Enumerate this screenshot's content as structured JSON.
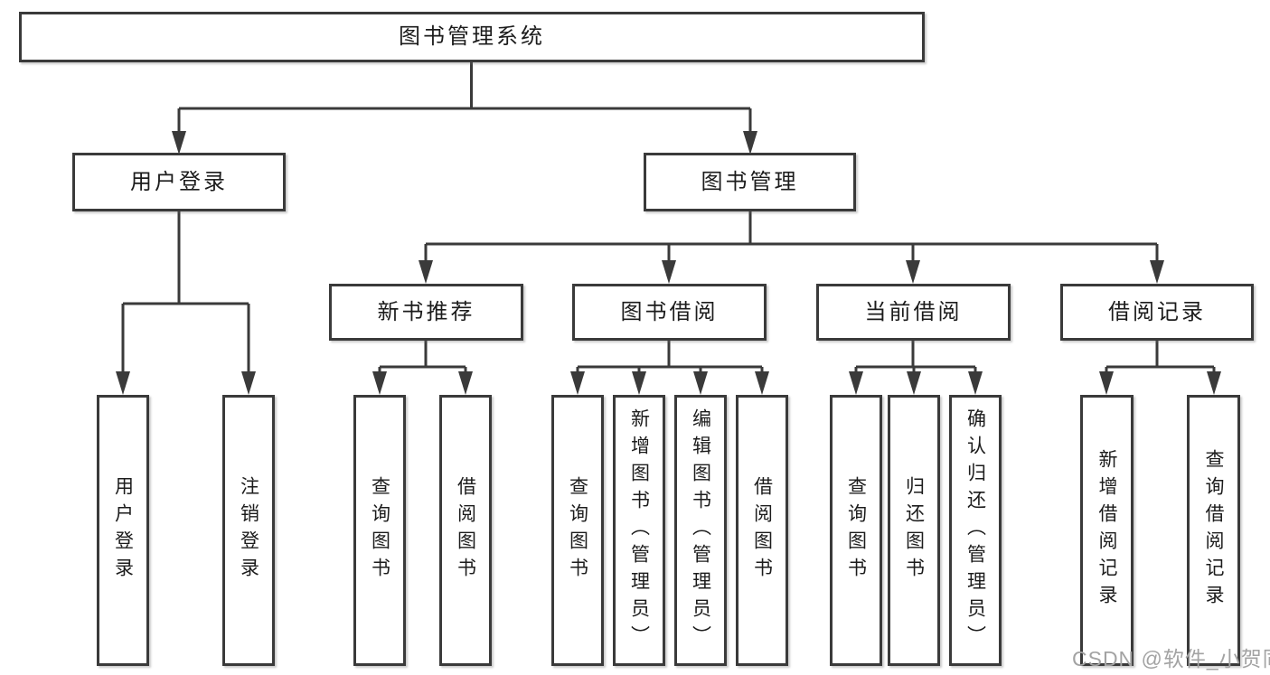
{
  "tree": {
    "root": {
      "label": "图书管理系统",
      "children": [
        {
          "label": "用户登录",
          "children": [
            {
              "label": "用户登录"
            },
            {
              "label": "注销登录"
            }
          ]
        },
        {
          "label": "图书管理",
          "children": [
            {
              "label": "新书推荐",
              "children": [
                {
                  "label": "查询图书"
                },
                {
                  "label": "借阅图书"
                }
              ]
            },
            {
              "label": "图书借阅",
              "children": [
                {
                  "label": "查询图书"
                },
                {
                  "label": "新增图书（管理员）"
                },
                {
                  "label": "编辑图书（管理员）"
                },
                {
                  "label": "借阅图书"
                }
              ]
            },
            {
              "label": "当前借阅",
              "children": [
                {
                  "label": "查询图书"
                },
                {
                  "label": "归还图书"
                },
                {
                  "label": "确认归还（管理员）"
                }
              ]
            },
            {
              "label": "借阅记录",
              "children": [
                {
                  "label": "新增借阅记录"
                },
                {
                  "label": "查询借阅记录"
                }
              ]
            }
          ]
        }
      ]
    }
  },
  "watermark": "CSDN @软件_小贺同学",
  "colors": {
    "line": "#3a3a3a",
    "text": "#1c1c1c",
    "background": "#ffffff",
    "watermark": "#a3a3a3"
  }
}
